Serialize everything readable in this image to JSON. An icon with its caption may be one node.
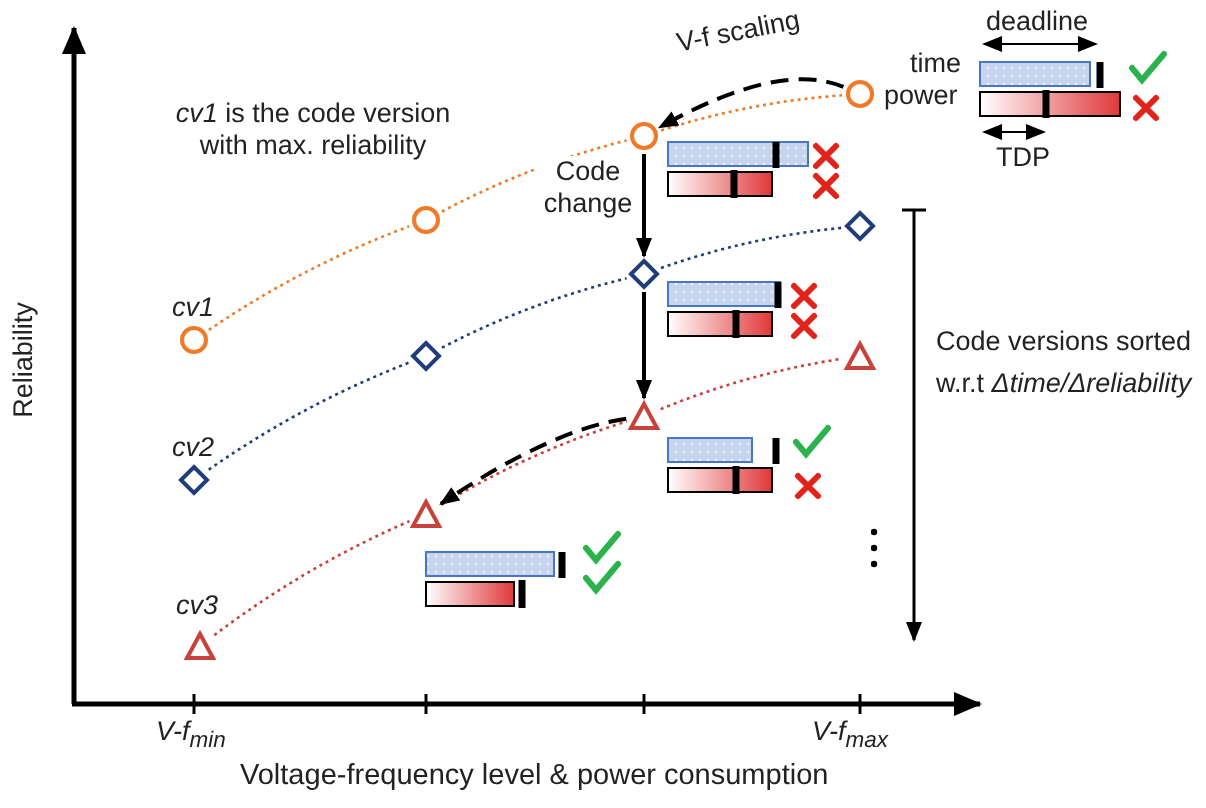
{
  "diagram": {
    "nodes": [
      {
        "text": [],
        "shape": "circle"
      },
      {
        "text": [],
        "shape": "circle"
      },
      {
        "text": [],
        "shape": "circle"
      },
      {
        "text": [],
        "shape": "circle"
      },
      {
        "text": [],
        "shape": "diamond"
      },
      {
        "text": [],
        "shape": "diamond"
      },
      {
        "text": [],
        "shape": "diamond"
      },
      {
        "text": [],
        "shape": "diamond"
      },
      {
        "text": [],
        "shape": "triangle"
      },
      {
        "text": [],
        "shape": "triangle"
      },
      {
        "text": [],
        "shape": "triangle"
      },
      {
        "text": [],
        "shape": "triangle"
      }
    ],
    "edges": [
      {
        "from": 0,
        "to": 1,
        "arrow": "none",
        "style": "dashed",
        "color": "#f07a28"
      },
      {
        "from": 1,
        "to": 2,
        "arrow": "none",
        "style": "dashed",
        "color": "#f07a28"
      },
      {
        "from": 2,
        "to": 3,
        "arrow": "none",
        "style": "dashed",
        "color": "#f07a28"
      },
      {
        "from": 4,
        "to": 5,
        "arrow": "none",
        "style": "dashed",
        "color": "#1f3d7a"
      },
      {
        "from": 5,
        "to": 6,
        "arrow": "none",
        "style": "dashed",
        "color": "#1f3d7a"
      },
      {
        "from": 6,
        "to": 7,
        "arrow": "none",
        "style": "dashed",
        "color": "#1f3d7a"
      },
      {
        "from": 8,
        "to": 9,
        "arrow": "none",
        "style": "dashed",
        "color": "#c8413a"
      },
      {
        "from": 9,
        "to": 10,
        "arrow": "none",
        "style": "dashed",
        "color": "#c8413a"
      },
      {
        "from": 10,
        "to": 11,
        "arrow": "none",
        "style": "dashed",
        "color": "#c8413a"
      },
      {
        "from": 3,
        "to": 2,
        "arrow": "to",
        "style": "dashed",
        "label": "V-f scaling"
      },
      {
        "from": 2,
        "to": 6,
        "arrow": "to",
        "label": "Code change"
      },
      {
        "from": 6,
        "to": 10,
        "arrow": "to"
      },
      {
        "from": 10,
        "to": 9,
        "arrow": "to",
        "style": "dashed"
      }
    ],
    "labels": [
      "deadline",
      "time",
      "power",
      "TDP",
      "*cv1* is the code version with max. reliability",
      "cv1",
      "cv2",
      "Code versions sorted w.r.t *Δtime/Δreliability*",
      "cv3",
      "Reliability",
      "V-f$_{min}$",
      "V-f$_{max}$",
      "Voltage-frequency level & power consumption"
    ]
  }
}
